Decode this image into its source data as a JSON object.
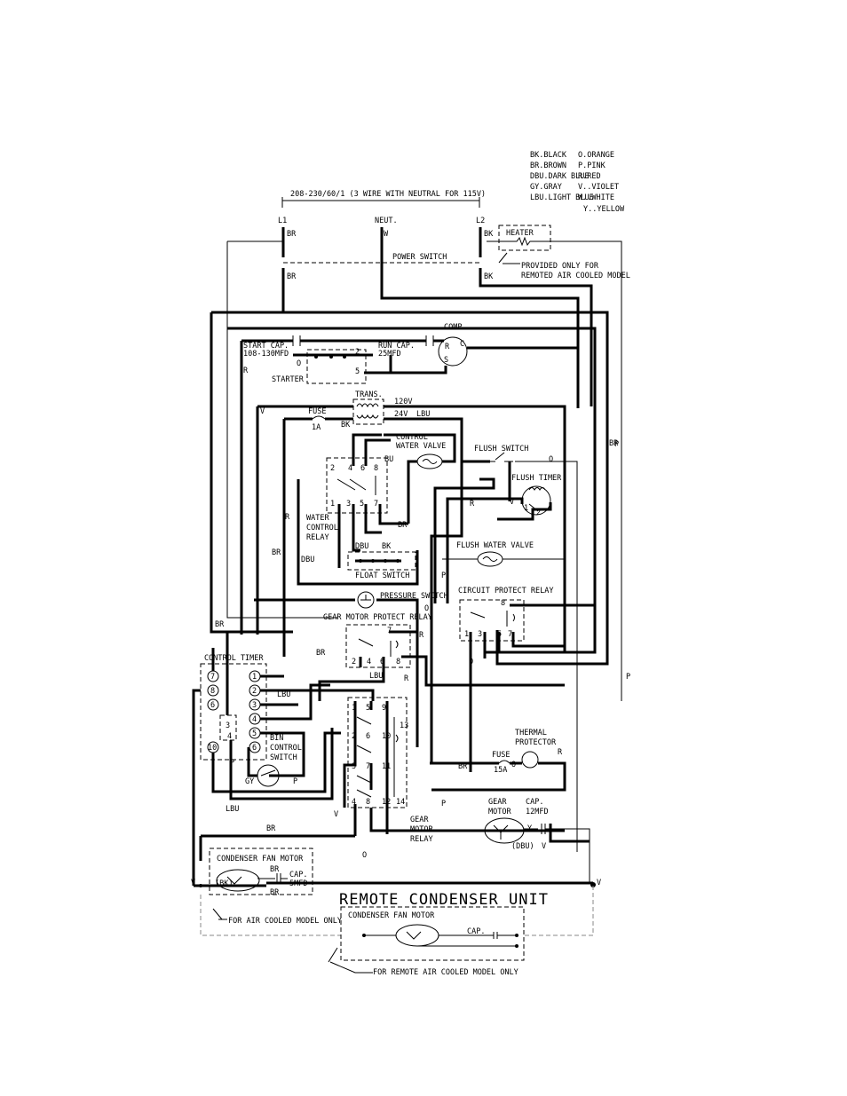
{
  "legend": {
    "left": [
      "BK.BLACK",
      "BR.BROWN",
      "DBU.DARK BLUE",
      "GY.GRAY",
      "LBU.LIGHT BLUE"
    ],
    "right": [
      "O.ORANGE",
      "P.PINK",
      "R.RED",
      "V..VIOLET",
      "W..WHITE",
      "Y..YELLOW"
    ]
  },
  "power": {
    "supply": "208-230/60/1 (3 WIRE WITH NEUTRAL FOR 115V)",
    "l1": "L1",
    "neut": "NEUT.",
    "l2": "L2",
    "switch": "POWER SWITCH",
    "heater": "HEATER",
    "heater_note_1": "PROVIDED ONLY FOR",
    "heater_note_2": "REMOTED AIR COOLED MODEL"
  },
  "components": {
    "start_cap_1": "START CAP.",
    "start_cap_2": "108-130MFD",
    "run_cap_1": "RUN CAP.",
    "run_cap_2": "25MFD",
    "comp": "COMP.",
    "starter": "STARTER",
    "trans": "TRANS.",
    "v120": "120V",
    "v24": "24V",
    "fuse1": "FUSE",
    "fuse1_rating": "1A",
    "cwv_1": "CONTROL",
    "cwv_2": "WATER VALVE",
    "flush_switch": "FLUSH SWITCH",
    "flush_timer": "FLUSH TIMER",
    "wcr_1": "WATER",
    "wcr_2": "CONTROL",
    "wcr_3": "RELAY",
    "float_switch": "FLOAT SWITCH",
    "flush_water_valve": "FLUSH WATER VALVE",
    "pressure_switch": "PRESSURE SWITCH",
    "circuit_protect_relay": "CIRCUIT PROTECT RELAY",
    "gmpr": "GEAR MOTOR PROTECT RELAY",
    "control_timer": "CONTROL TIMER",
    "bin_1": "BIN",
    "bin_2": "CONTROL",
    "bin_3": "SWITCH",
    "thermal_1": "THERMAL",
    "thermal_2": "PROTECTOR",
    "fuse2": "FUSE",
    "fuse2_rating": "15A",
    "gear_motor_1": "GEAR",
    "gear_motor_2": "MOTOR",
    "gm_cap_1": "CAP.",
    "gm_cap_2": "12MFD",
    "gmr_1": "GEAR",
    "gmr_2": "MOTOR",
    "gmr_3": "RELAY",
    "cfm": "CONDENSER FAN MOTOR",
    "cfm_cap_1": "CAP.",
    "cfm_cap_2": "5MFD",
    "air_cooled_note": "FOR AIR COOLED MODEL ONLY",
    "remote_unit": "REMOTE CONDENSER UNIT",
    "remote_cfm": "CONDENSER FAN MOTOR",
    "remote_cap": "CAP.",
    "remote_note": "FOR REMOTE AIR COOLED MODEL ONLY"
  }
}
